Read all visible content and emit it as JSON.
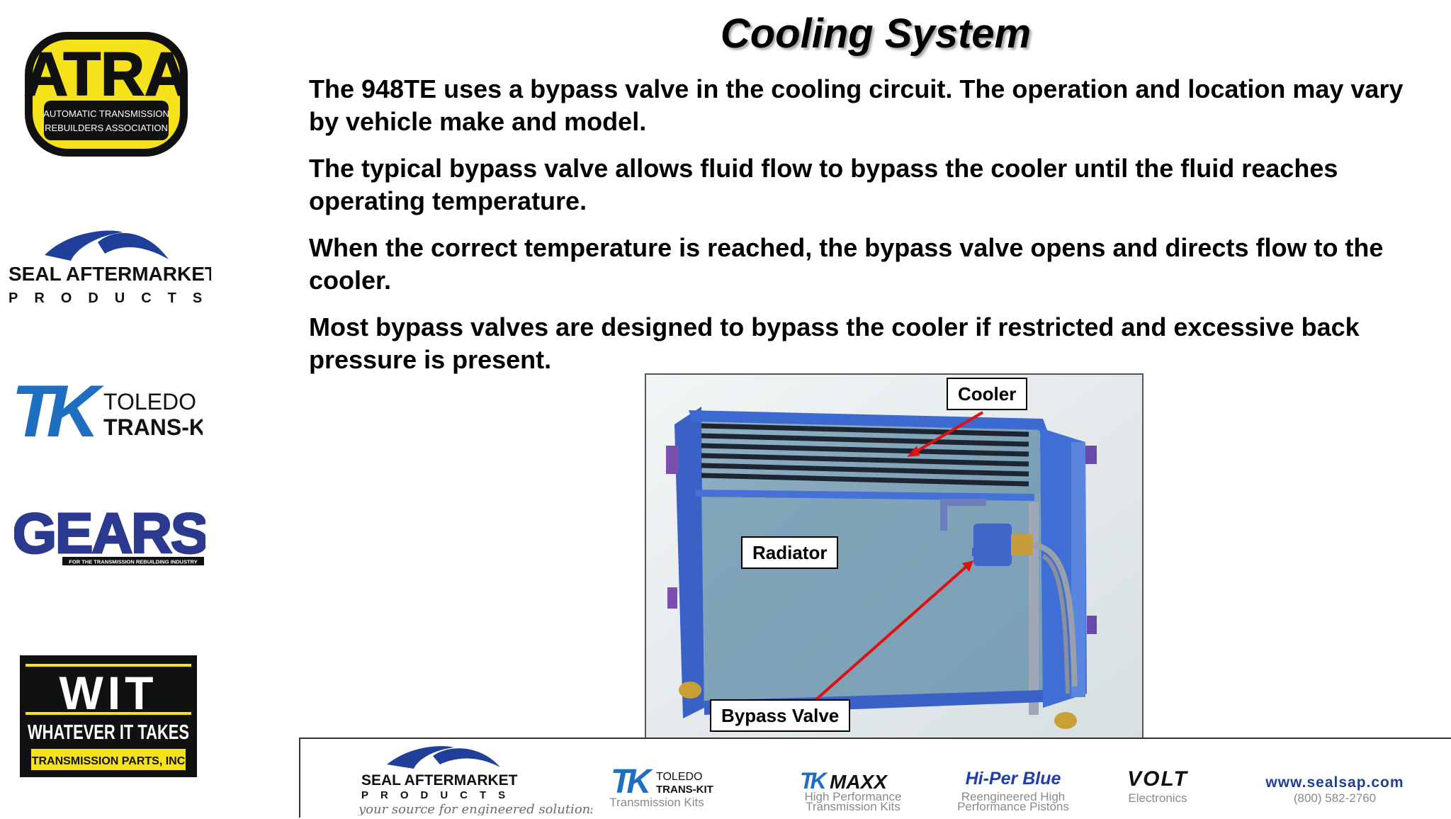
{
  "slide": {
    "title": "Cooling System",
    "paragraphs": [
      "The 948TE uses a bypass valve in the cooling circuit. The operation and location may vary by vehicle make and model.",
      "The typical bypass valve allows fluid flow to bypass the cooler until the fluid reaches operating temperature.",
      "When the correct temperature is reached, the bypass valve opens and directs flow to the cooler.",
      "Most bypass valves are designed to bypass the cooler if restricted and excessive back pressure is present."
    ]
  },
  "figure": {
    "labels": {
      "cooler": "Cooler",
      "radiator": "Radiator",
      "bypass_valve": "Bypass Valve"
    },
    "arrow_color": "#e01010"
  },
  "sidebar_logos": {
    "atra": {
      "big": "ATRA",
      "line1": "AUTOMATIC TRANSMISSION",
      "line2": "REBUILDERS ASSOCIATION"
    },
    "seal": {
      "line1": "SEAL AFTERMARKET",
      "line2": "PRODUCTS"
    },
    "toledo": {
      "mark": "TK",
      "line1": "TOLEDO",
      "line2": "TRANS-KIT"
    },
    "gears": {
      "big": "GEARS",
      "tagline": "FOR THE TRANSMISSION REBUILDING INDUSTRY"
    },
    "wit": {
      "big": "WIT",
      "line1": "WHATEVER IT TAKES",
      "line2": "TRANSMISSION PARTS, INC"
    }
  },
  "footer": {
    "seal": {
      "line1": "SEAL AFTERMARKET",
      "line2": "PRODUCTS",
      "tagline": "your source for engineered solutions"
    },
    "toledo": {
      "mark": "TK",
      "line1": "TOLEDO",
      "line2": "TRANS-KIT",
      "sub": "Transmission Kits"
    },
    "tkmaxx": {
      "mark": "TK",
      "word": "MAXX",
      "sub1": "High Performance",
      "sub2": "Transmission Kits"
    },
    "hiperblue": {
      "word": "Hi-Per Blue",
      "sub1": "Reengineered High",
      "sub2": "Performance Pistons"
    },
    "volt": {
      "word": "VOLT",
      "sub": "Electronics"
    },
    "contact": {
      "url": "www.sealsap.com",
      "phone": "(800) 582-2760"
    }
  },
  "colors": {
    "brand_blue": "#1f3f9a",
    "atra_yellow": "#f5e21b",
    "gears_blue": "#2b3a8f"
  }
}
